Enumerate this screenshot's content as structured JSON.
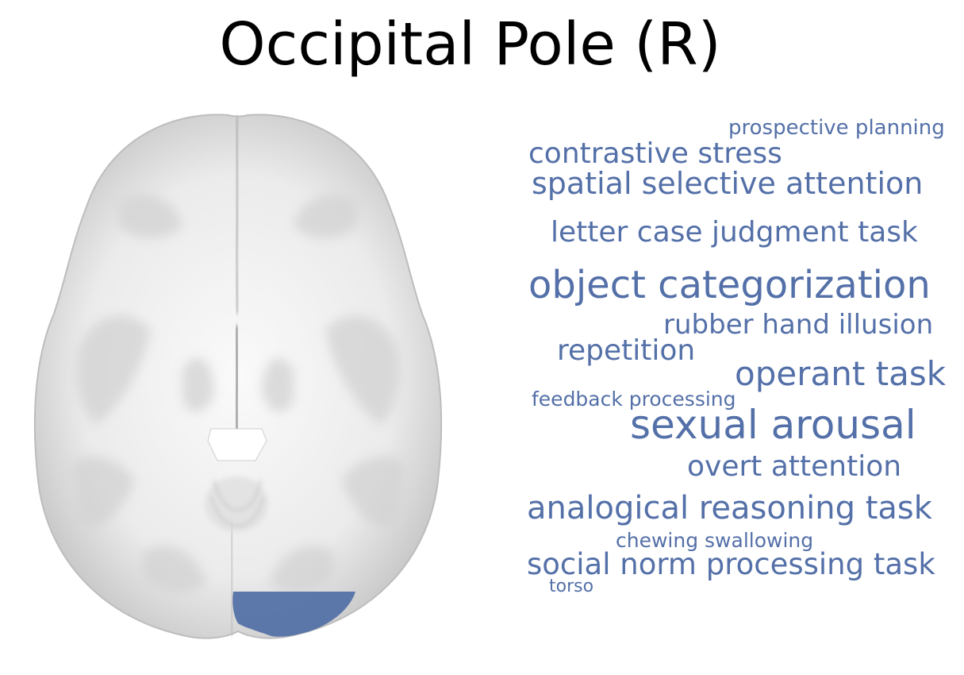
{
  "title": "Occipital Pole (R)",
  "colors": {
    "word": "#5470a8",
    "region": "#5472a6"
  },
  "word_cloud": [
    {
      "text": "prospective planning"
    },
    {
      "text": "contrastive stress"
    },
    {
      "text": "spatial selective attention"
    },
    {
      "text": "letter case judgment task"
    },
    {
      "text": "object categorization"
    },
    {
      "text": "rubber hand illusion"
    },
    {
      "text": "repetition"
    },
    {
      "text": "operant task"
    },
    {
      "text": "feedback processing"
    },
    {
      "text": "sexual arousal"
    },
    {
      "text": "overt attention"
    },
    {
      "text": "analogical reasoning task"
    },
    {
      "text": "chewing swallowing"
    },
    {
      "text": "social norm processing task"
    },
    {
      "text": "torso"
    }
  ]
}
